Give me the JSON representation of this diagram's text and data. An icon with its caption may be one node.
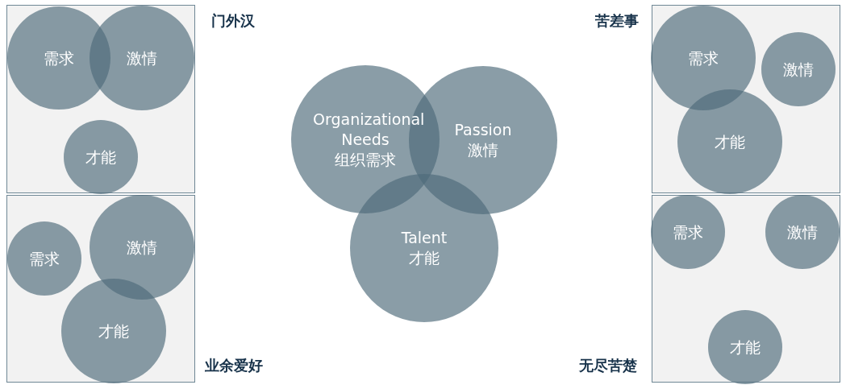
{
  "diagram": {
    "nodes": [
      {
        "text": [
          "门外汉"
        ]
      },
      {
        "text": [
          "需求"
        ],
        "in": 0
      },
      {
        "text": [
          "激情"
        ],
        "in": 0
      },
      {
        "text": [
          "才能"
        ],
        "in": 0
      },
      {
        "text": [
          "业余爱好"
        ]
      },
      {
        "text": [
          "需求"
        ],
        "in": 4
      },
      {
        "text": [
          "激情"
        ],
        "in": 4
      },
      {
        "text": [
          "才能"
        ],
        "in": 4
      },
      {
        "text": [
          "Organizational Needs",
          "组织需求"
        ]
      },
      {
        "text": [
          "Passion",
          "激情"
        ]
      },
      {
        "text": [
          "Talent",
          "才能"
        ]
      },
      {
        "text": [
          "苦差事"
        ]
      },
      {
        "text": [
          "需求"
        ],
        "in": 11
      },
      {
        "text": [
          "激情"
        ],
        "in": 11
      },
      {
        "text": [
          "才能"
        ],
        "in": 11
      },
      {
        "text": [
          "无尽苦楚"
        ]
      },
      {
        "text": [
          "需求"
        ],
        "in": 15
      },
      {
        "text": [
          "激情"
        ],
        "in": 15
      },
      {
        "text": [
          "才能"
        ],
        "in": 15
      }
    ]
  }
}
